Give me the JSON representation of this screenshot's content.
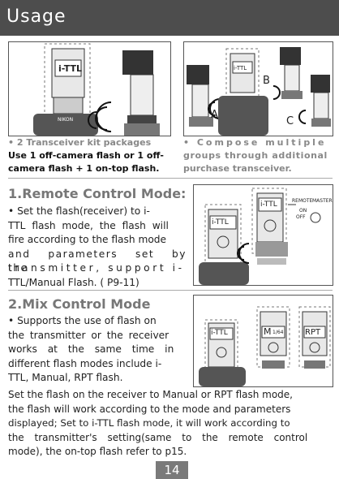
{
  "header": {
    "title": "Usage"
  },
  "figures": {
    "fig1": {
      "lcd": "i-TTL"
    },
    "fig2": {
      "lcd": "i-TTL",
      "label_a": "A",
      "label_b": "B",
      "label_c": "C"
    },
    "fig3": {
      "lcd_receiver": "i-TTL",
      "lcd_transmitter": "i-TTL",
      "remote": "REMOTE",
      "master": "MASTER",
      "on": "ON",
      "off": "OFF"
    },
    "fig4": {
      "lcd1": "i-TTL",
      "lcd2_mode": "M",
      "lcd2_value": "1/64",
      "lcd3": "RPT"
    }
  },
  "captions": {
    "left_line1": "•  2 Transceiver kit packages",
    "left_line2": "Use 1 off-camera flash or 1 off-",
    "left_line3": "camera flash + 1 on-top flash.",
    "right_line1": "•  Compose multiple",
    "right_line2": "groups through additional",
    "right_line3": "purchase transceiver."
  },
  "section1": {
    "title": "1.Remote Control Mode:",
    "lines": [
      "•    Set the flash(receiver) to i-",
      "TTL flash mode, the flash will",
      "fire according to the flash mode",
      "and parameters set by the",
      "transmitter, support i-",
      "TTL/Manual Flash. ( P9-11)"
    ]
  },
  "section2": {
    "title": "2.Mix Control Mode",
    "lines": [
      "•    Supports the use of flash on",
      "the transmitter or the receiver",
      "works at the same time in",
      "different flash modes include i-",
      "TTL, Manual, RPT flash."
    ]
  },
  "paragraph": {
    "lines": [
      "Set the flash on the receiver to Manual or RPT flash mode,",
      "the flash will work according to the mode and parameters",
      "displayed; Set to i-TTL flash mode, it will work according to",
      "the transmitter's setting(same to the remote control",
      "mode),  the on-top flash refer to p15."
    ]
  },
  "footer": {
    "page": "14"
  }
}
